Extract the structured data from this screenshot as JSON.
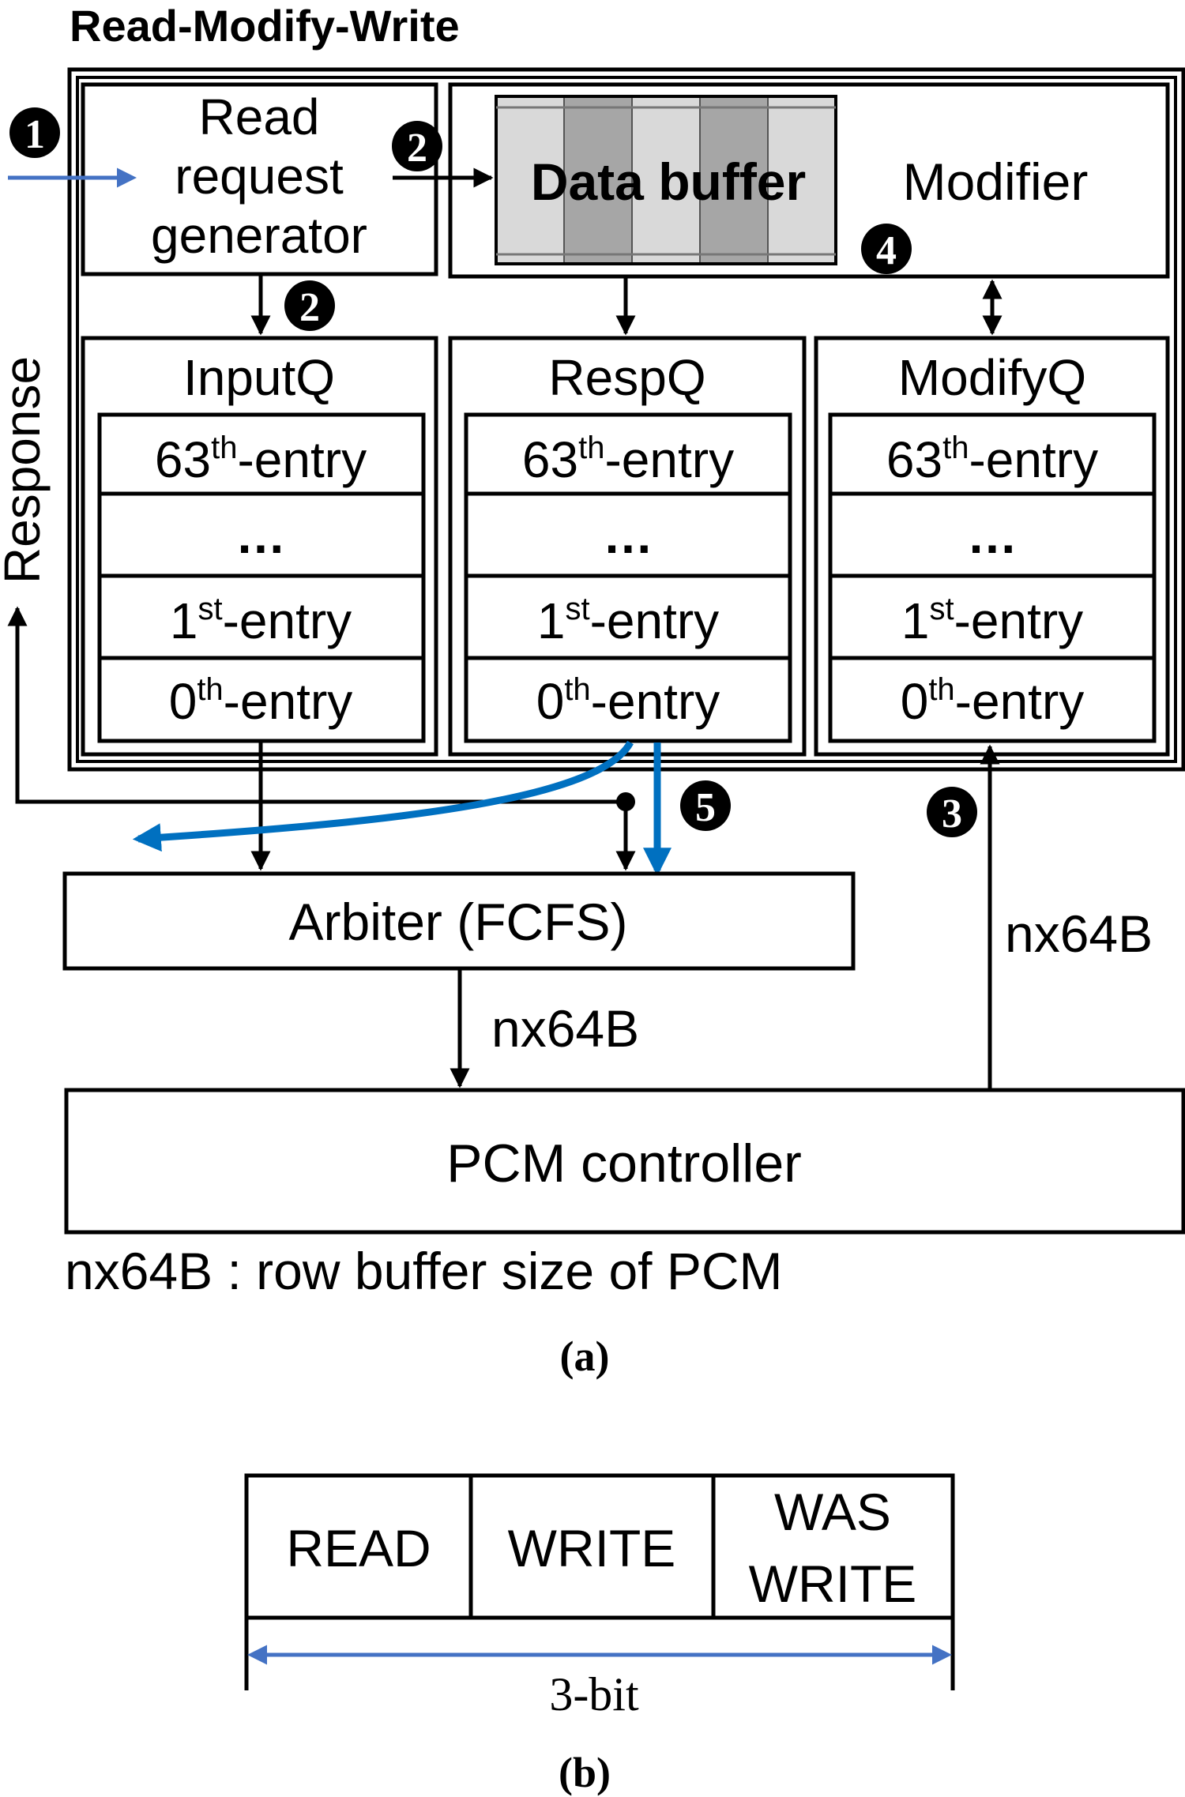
{
  "title": "Read-Modify-Write",
  "blocks": {
    "read_gen": [
      "Read",
      "request",
      "generator"
    ],
    "data_buffer": "Data buffer",
    "modifier": "Modifier",
    "arbiter": "Arbiter (FCFS)",
    "pcm": "PCM controller",
    "response": "Response"
  },
  "queues": [
    {
      "name": "InputQ"
    },
    {
      "name": "RespQ"
    },
    {
      "name": "ModifyQ"
    }
  ],
  "entries": {
    "e63_num": "63",
    "e63_sup": "th",
    "e63_suffix": "-entry",
    "ellipsis": "…",
    "e1_num": "1",
    "e1_sup": "st",
    "e1_suffix": "-entry",
    "e0_num": "0",
    "e0_sup": "th",
    "e0_suffix": "-entry"
  },
  "badges": {
    "b1": "1",
    "b2": "2",
    "b3": "3",
    "b4": "4",
    "b5": "5"
  },
  "labels": {
    "bus_right": "nx64B",
    "bus_down": "nx64B",
    "note": "nx64B : row buffer size of PCM",
    "caption_a": "(a)",
    "caption_b": "(b)"
  },
  "bits": {
    "fields": [
      "READ",
      "WRITE"
    ],
    "was_write": [
      "WAS",
      "WRITE"
    ],
    "width": "3-bit"
  },
  "colors": {
    "accent_blue": "#0070c0",
    "arrow_blue": "#4472c4",
    "buffer_light": "#d9d9d9",
    "buffer_dark": "#a6a6a6"
  }
}
